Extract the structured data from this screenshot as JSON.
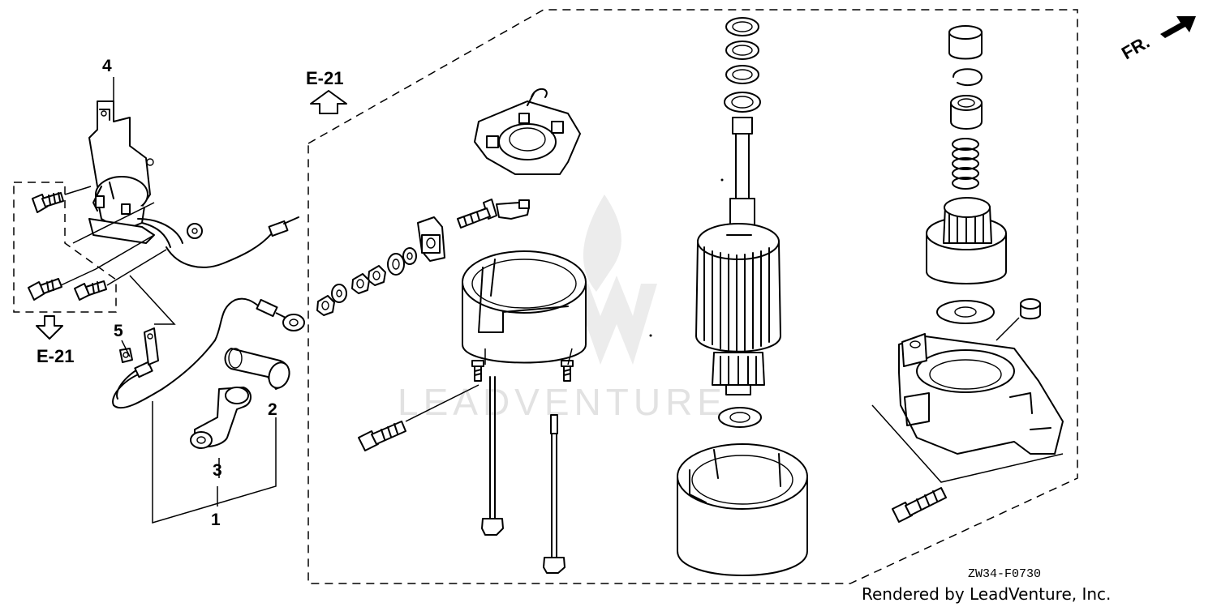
{
  "diagram": {
    "part_numbers": [
      {
        "id": "1",
        "label": "1"
      },
      {
        "id": "2",
        "label": "2"
      },
      {
        "id": "3",
        "label": "3"
      },
      {
        "id": "4",
        "label": "4"
      },
      {
        "id": "5",
        "label": "5"
      }
    ],
    "references": {
      "top": "E-21",
      "left": "E-21"
    },
    "direction": "FR.",
    "figure_code": "ZW34-F0730",
    "credit": "Rendered by LeadVenture, Inc.",
    "watermark": "LEADVENTURE"
  }
}
